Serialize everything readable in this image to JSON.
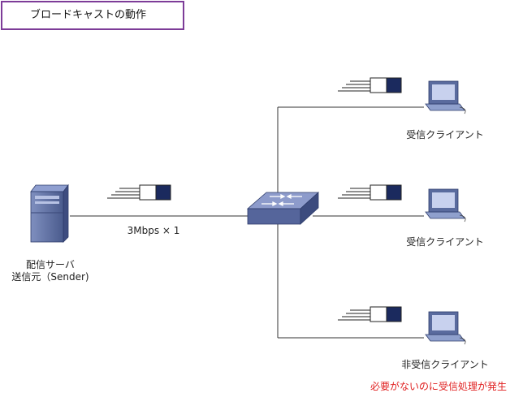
{
  "title": "ブロードキャストの動作",
  "server": {
    "name": "配信サーバ",
    "role": "送信元（Sender)"
  },
  "link_label": "3Mbps × 1",
  "clients": [
    {
      "label": "受信クライアント"
    },
    {
      "label": "受信クライアント"
    },
    {
      "label": "非受信クライアント"
    }
  ],
  "note": "必要がないのに受信処理が発生",
  "colors": {
    "title_border": "#7d3c98",
    "note": "#e02020",
    "packet_tail": "#1b2a5e",
    "device_body": "#5a6b9e",
    "device_light": "#8fa0cd",
    "device_dark": "#394a7d"
  }
}
